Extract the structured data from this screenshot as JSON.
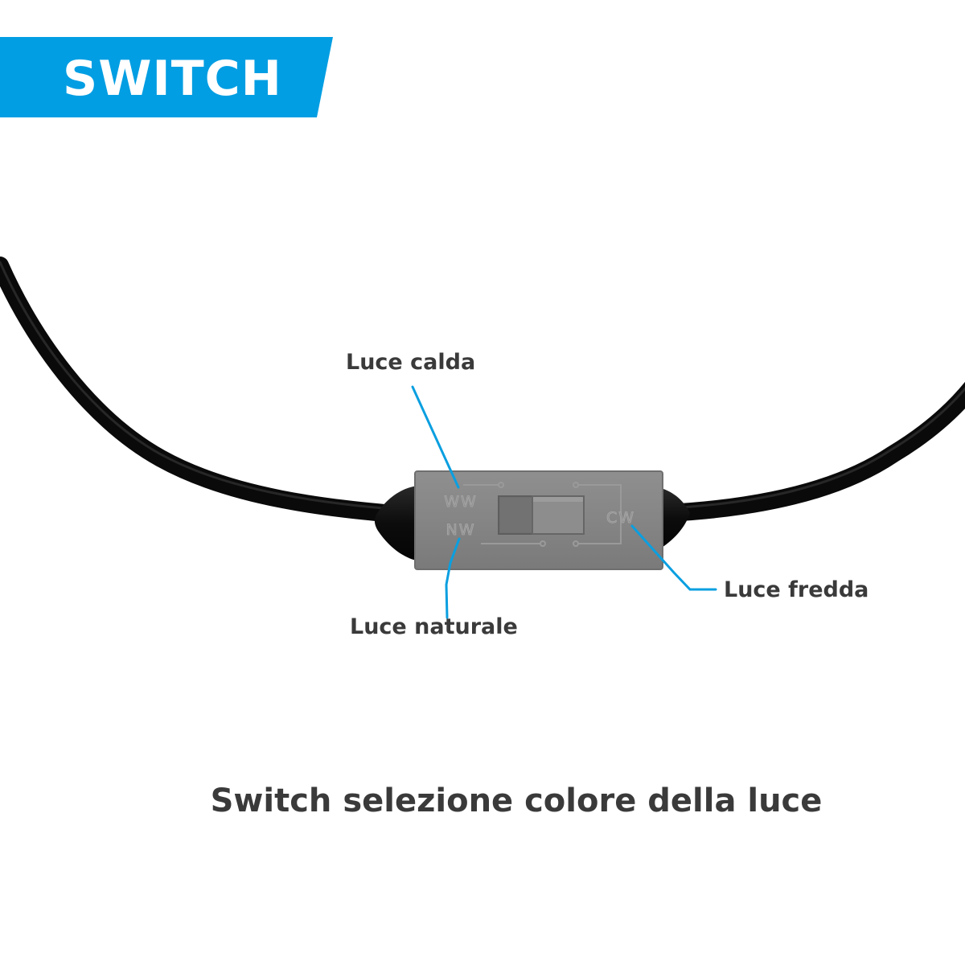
{
  "badge": {
    "title": "SWITCH",
    "color": "#019ee3"
  },
  "switch_markings": {
    "warm": "WW",
    "natural": "NW",
    "cold": "CW"
  },
  "callouts": {
    "warm": "Luce calda",
    "natural": "Luce naturale",
    "cold": "Luce fredda",
    "line_color": "#0a9fe0"
  },
  "caption": "Switch selezione colore della luce"
}
